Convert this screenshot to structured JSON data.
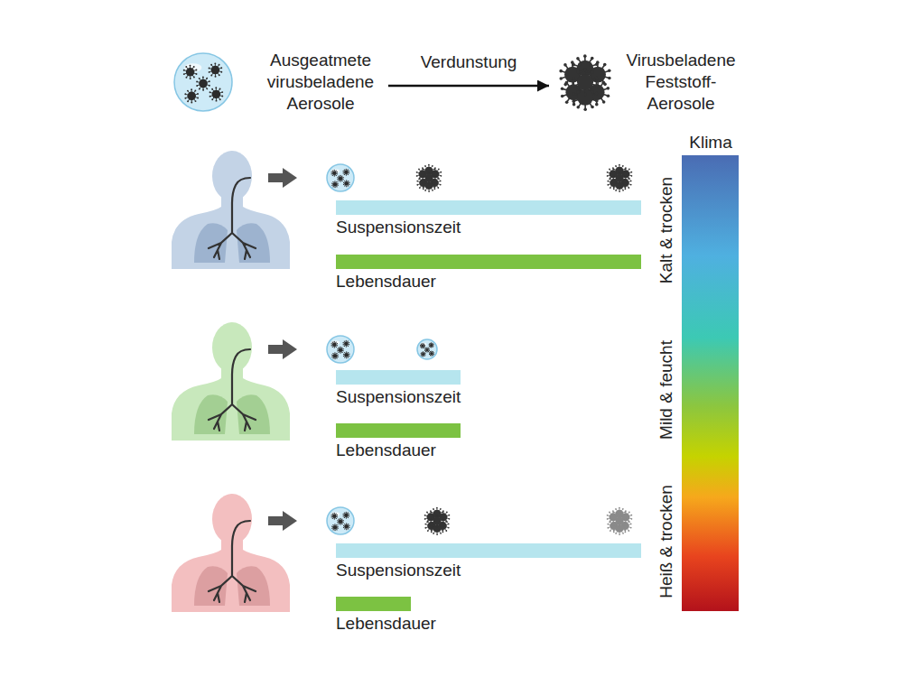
{
  "diagram": {
    "nodes": [
      {
        "text": [
          "Ausgeatmete virusbeladene Aerosole"
        ]
      },
      {
        "text": [
          "Virusbeladene Feststoff- Aerosole"
        ]
      },
      {
        "text": [
          "Suspensionszeit"
        ]
      },
      {
        "text": [
          "Lebensdauer"
        ]
      },
      {
        "text": [
          "Suspensionszeit"
        ]
      },
      {
        "text": [
          "Lebensdauer"
        ]
      },
      {
        "text": [
          "Suspensionszeit"
        ]
      },
      {
        "text": [
          "Lebensdauer"
        ]
      }
    ],
    "edges": [
      {
        "from": 0,
        "to": 1,
        "arrow": "to",
        "label": "Verdunstung"
      }
    ],
    "labels": [
      "Klima",
      "Kalt & trocken",
      "Mild & feucht",
      "Heiß & trocken"
    ]
  }
}
